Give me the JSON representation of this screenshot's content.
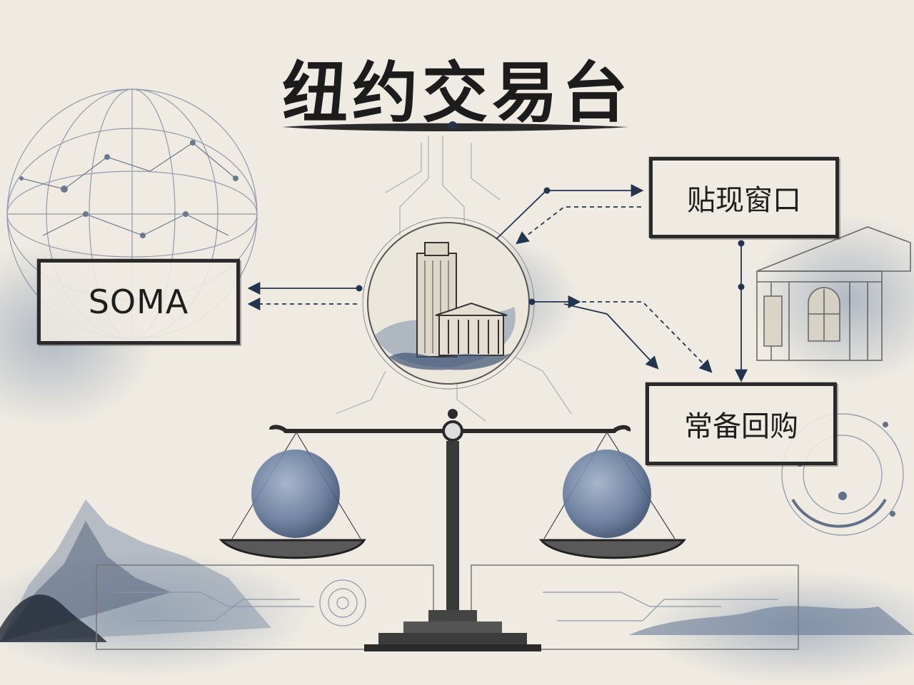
{
  "title": "纽约交易台",
  "nodes": {
    "soma": "SOMA",
    "discount_window": "贴现窗口",
    "standing_repo": "常备回购"
  },
  "colors": {
    "paper": "#efebe2",
    "ink": "#1e1e1e",
    "ink_wash": "#5d7391",
    "arrow": "#23344f"
  },
  "icons": [
    "globe-network-icon",
    "skyscraper-building-icon",
    "classical-bank-icon",
    "balance-scale-icon",
    "mountain-landscape-icon",
    "circuit-lines-icon"
  ]
}
